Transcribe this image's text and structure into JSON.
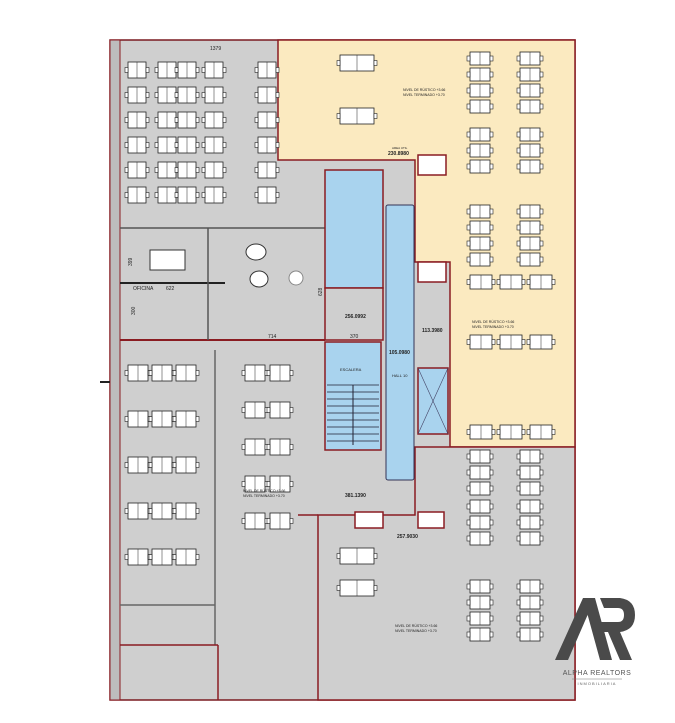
{
  "plan": {
    "dimensions": {
      "top_width": "1379",
      "meeting_depth": "399",
      "office_width": "622",
      "office_depth": "300",
      "lounge_depth": "628",
      "lounge_width": "714",
      "corridor_width": "370"
    },
    "rooms": {
      "office": "OFICINA",
      "stairs": "ESCALERA",
      "hall": "HALL 10"
    },
    "areas": {
      "top_zone": "230.8980",
      "lounge": "256.0992",
      "hall": "105.0980",
      "right_zone": "113.3980",
      "lower_left": "381.1390",
      "lower_center": "257.9030"
    },
    "area_caption": "AREA UTIL",
    "level_notes": {
      "top": [
        "NIVEL DE RÚSTICO +3.66",
        "NIVEL TERMINADO +3.70"
      ],
      "right": [
        "NIVEL DE RÚSTICO +3.66",
        "NIVEL TERMINADO +3.70"
      ],
      "left": [
        "NIVEL DE RÚSTICO +3.66",
        "NIVEL TERMINADO +3.70"
      ],
      "bottom": [
        "NIVEL DE RÚSTICO +3.66",
        "NIVEL TERMINADO +3.70"
      ]
    }
  },
  "brand": {
    "logo_letters": "AR",
    "name": "ALPHA REALTORS",
    "tagline": "INMOBILIARIA"
  },
  "colors": {
    "zone_gray": "#cfcfcf",
    "zone_yellow": "#fbeac0",
    "core_blue": "#a9d3ee",
    "wall_red": "#8a1c22",
    "logo_gray": "#4a4a4a"
  }
}
